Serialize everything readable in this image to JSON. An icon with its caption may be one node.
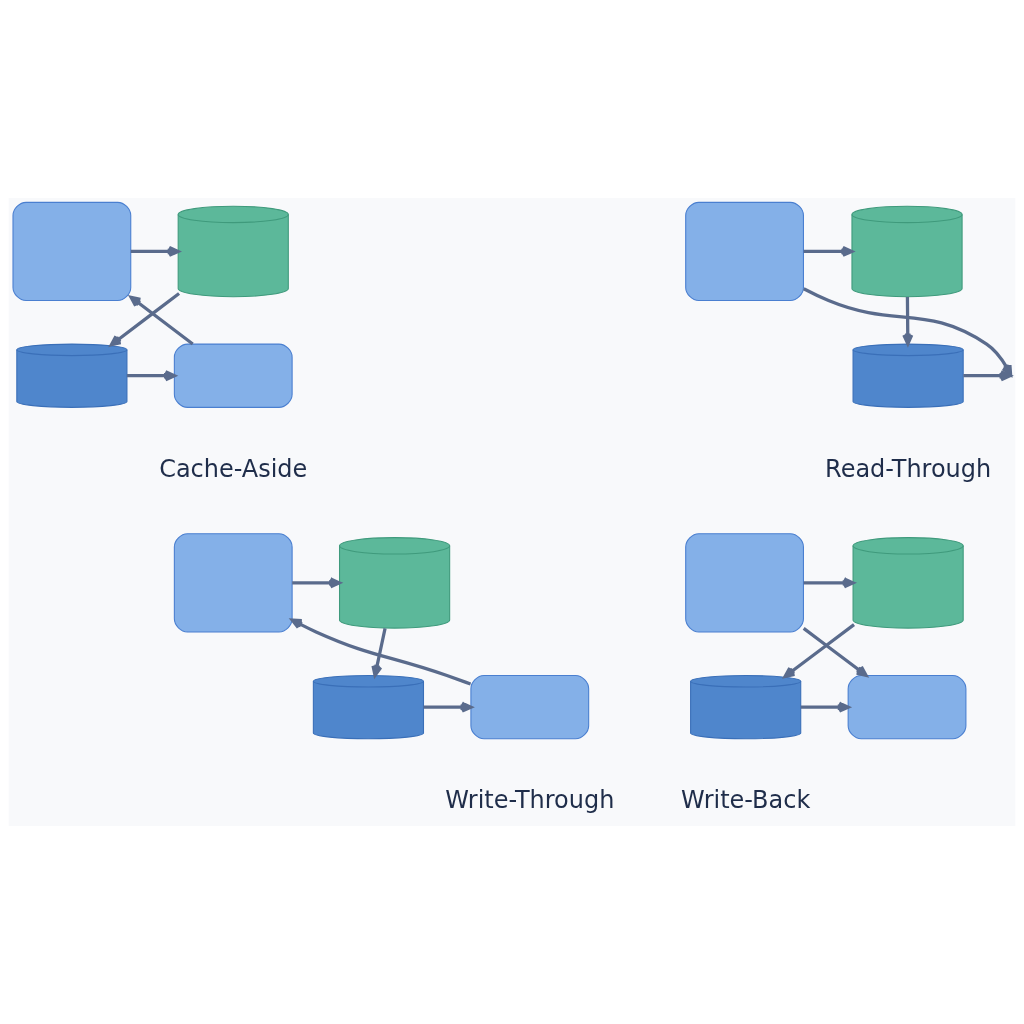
{
  "diagram": {
    "nodes": [
      {
        "text": [],
        "shape": "box"
      },
      {
        "text": [],
        "shape": "cylinder"
      },
      {
        "text": [],
        "shape": "box"
      },
      {
        "text": [],
        "shape": "cylinder"
      },
      {
        "text": [],
        "shape": "box"
      },
      {
        "text": [],
        "shape": "cylinder"
      },
      {
        "text": [],
        "shape": "cylinder"
      },
      {
        "text": [],
        "shape": "box"
      },
      {
        "text": [],
        "shape": "cylinder"
      },
      {
        "text": [],
        "shape": "box"
      },
      {
        "text": [],
        "shape": "cylinder"
      },
      {
        "text": [],
        "shape": "box"
      },
      {
        "text": [],
        "shape": "cylinder"
      },
      {
        "text": [],
        "shape": "box"
      },
      {
        "text": [],
        "shape": "cylinder"
      }
    ],
    "edges": [
      {
        "from": 0,
        "to": 1,
        "arrow": "to"
      },
      {
        "from": 1,
        "to": 5,
        "arrow": "to"
      },
      {
        "from": 5,
        "to": 4,
        "arrow": "to"
      },
      {
        "from": 4,
        "to": 0,
        "arrow": "to"
      },
      {
        "from": 2,
        "to": 3,
        "arrow": "to"
      },
      {
        "from": 3,
        "to": 6,
        "arrow": "to"
      },
      {
        "from": 2,
        "to": null,
        "arrow": "to"
      },
      {
        "from": 6,
        "to": null,
        "arrow": "to"
      },
      {
        "from": 7,
        "to": 8,
        "arrow": "to"
      },
      {
        "from": 8,
        "to": 12,
        "arrow": "to"
      },
      {
        "from": 12,
        "to": 11,
        "arrow": "to"
      },
      {
        "from": 11,
        "to": 7,
        "arrow": "to"
      },
      {
        "from": 9,
        "to": 10,
        "arrow": "to"
      },
      {
        "from": 10,
        "to": 14,
        "arrow": "to"
      },
      {
        "from": 14,
        "to": 13,
        "arrow": "to"
      },
      {
        "from": 9,
        "to": 13,
        "arrow": "to"
      }
    ],
    "labels": [
      "Cache-Aside",
      "Read-Through",
      "Write-Through",
      "Write-Back"
    ]
  }
}
